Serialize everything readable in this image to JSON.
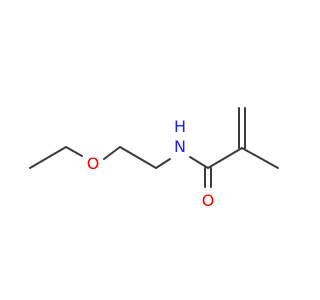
{
  "molecule": {
    "atoms": {
      "o_ether": "O",
      "n_amide": "N",
      "h_amide": "H",
      "o_carbonyl": "O"
    },
    "colors": {
      "bond": "#3b3b3b",
      "oxygen": "#ff0000",
      "nitrogen": "#1f1fff"
    }
  }
}
